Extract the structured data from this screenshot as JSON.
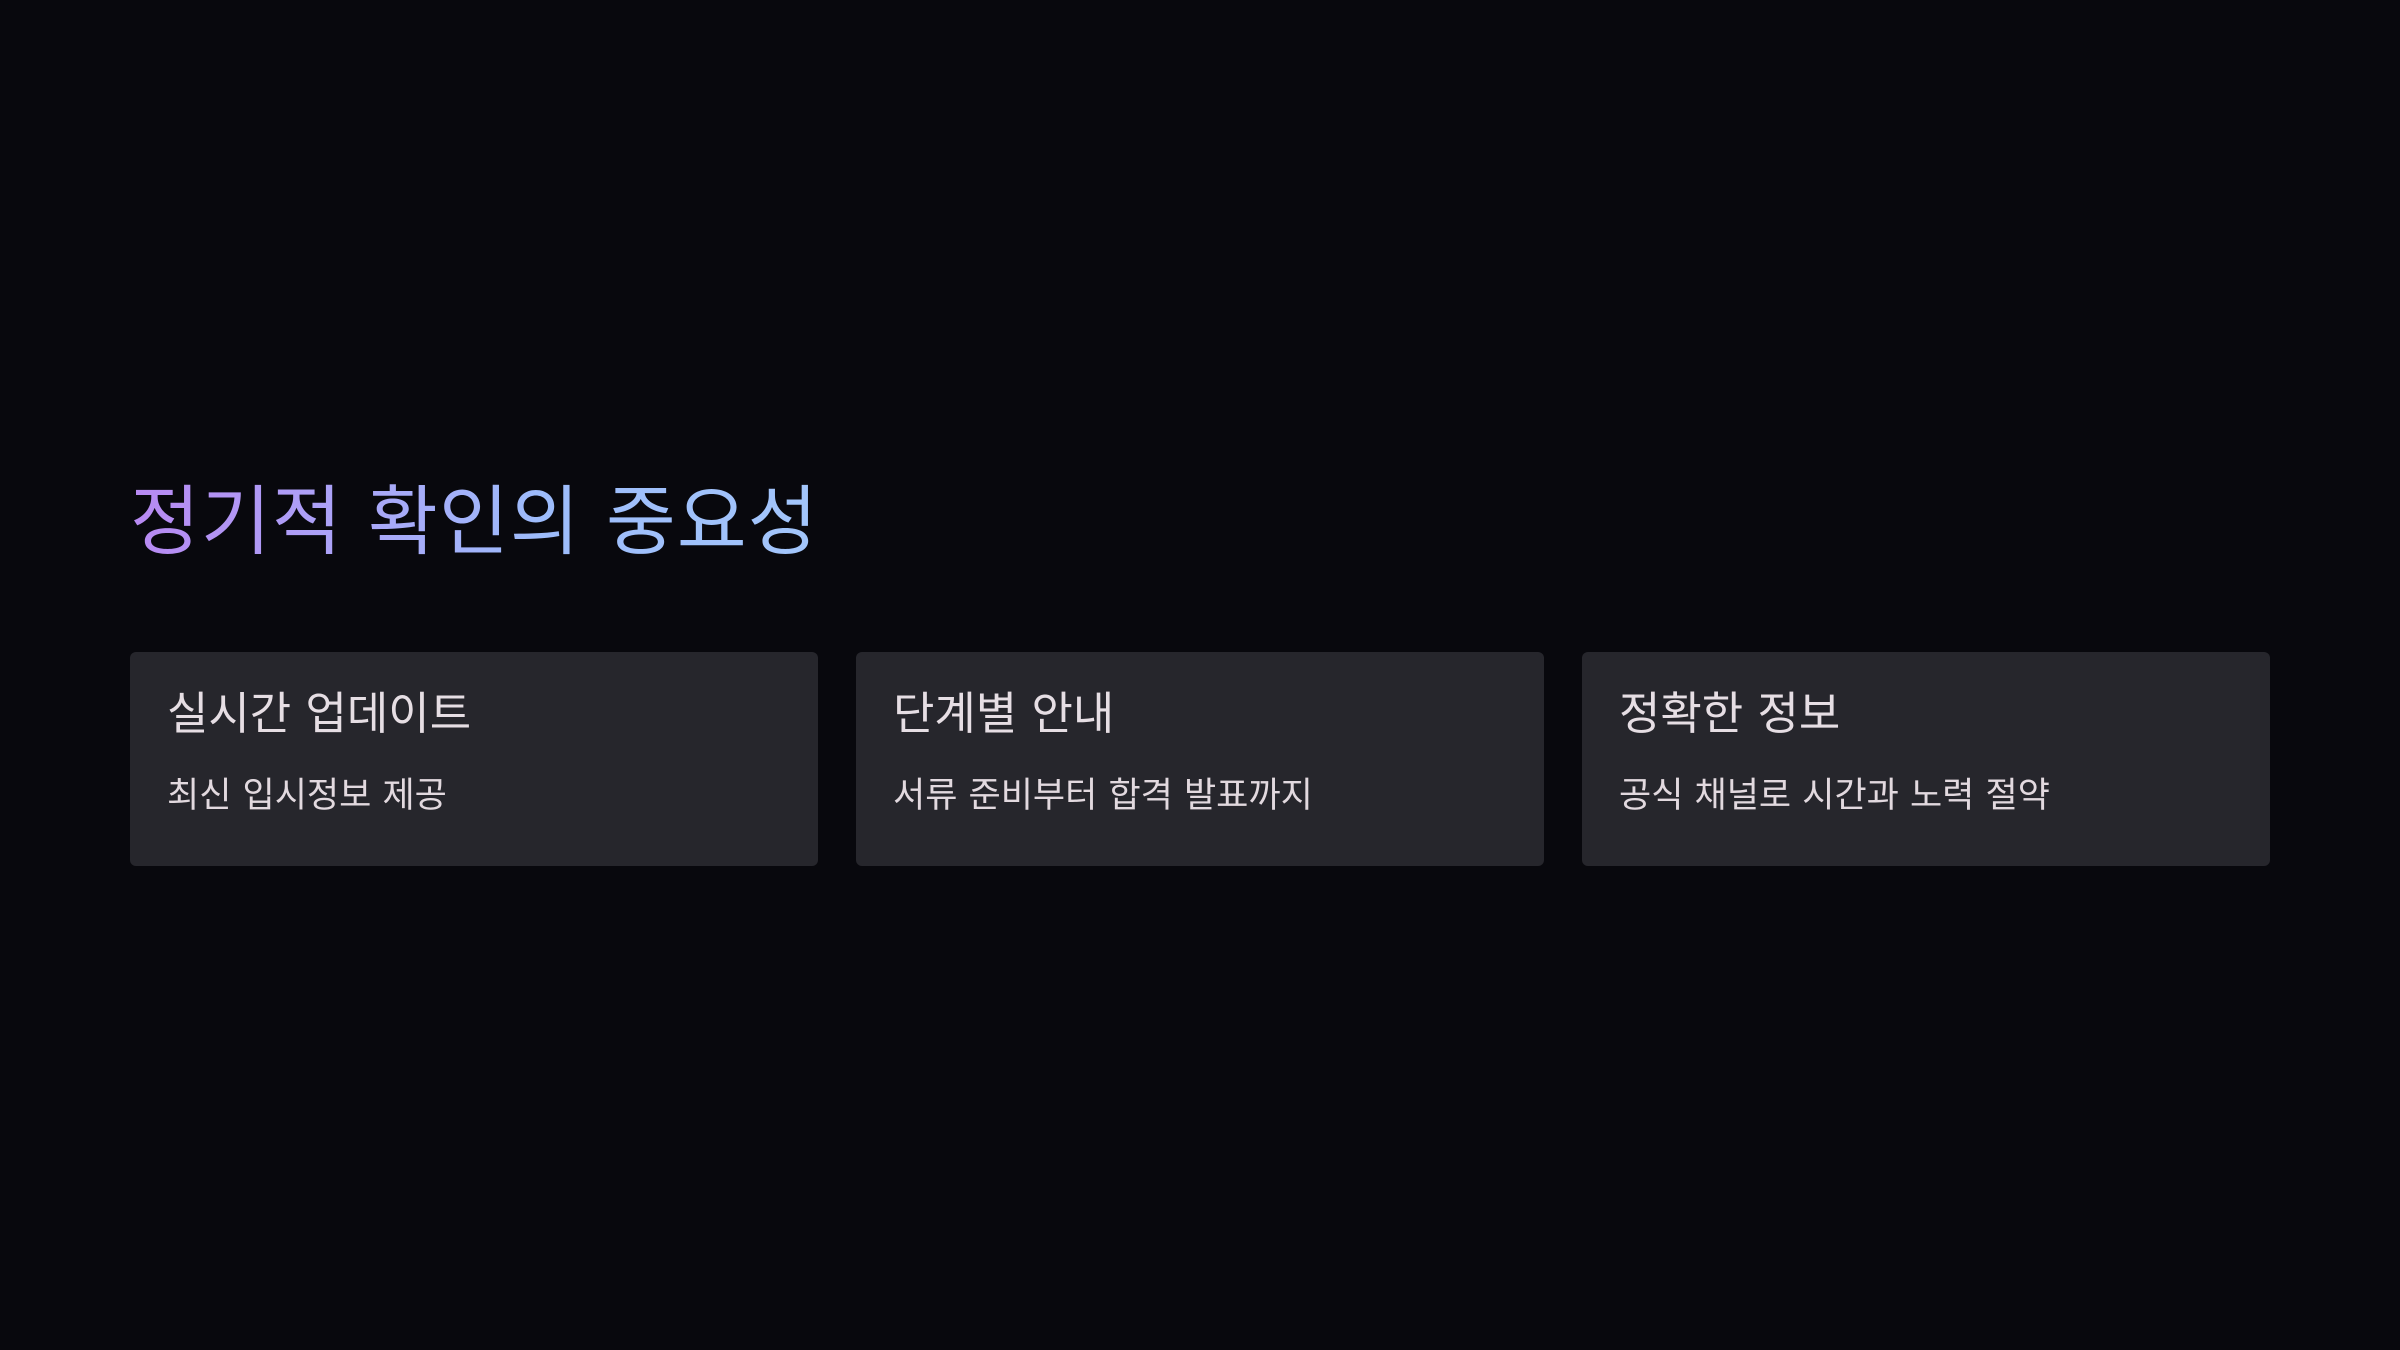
{
  "slide": {
    "title": "정기적 확인의 중요성",
    "title_gradient": [
      "#b889f2",
      "#9dbcfb"
    ],
    "background_color": "#08080d",
    "card_color": "#26262c",
    "cards": [
      {
        "title": "실시간 업데이트",
        "description": "최신 입시정보 제공"
      },
      {
        "title": "단계별 안내",
        "description": "서류 준비부터 합격 발표까지"
      },
      {
        "title": "정확한 정보",
        "description": "공식 채널로 시간과 노력 절약"
      }
    ]
  }
}
